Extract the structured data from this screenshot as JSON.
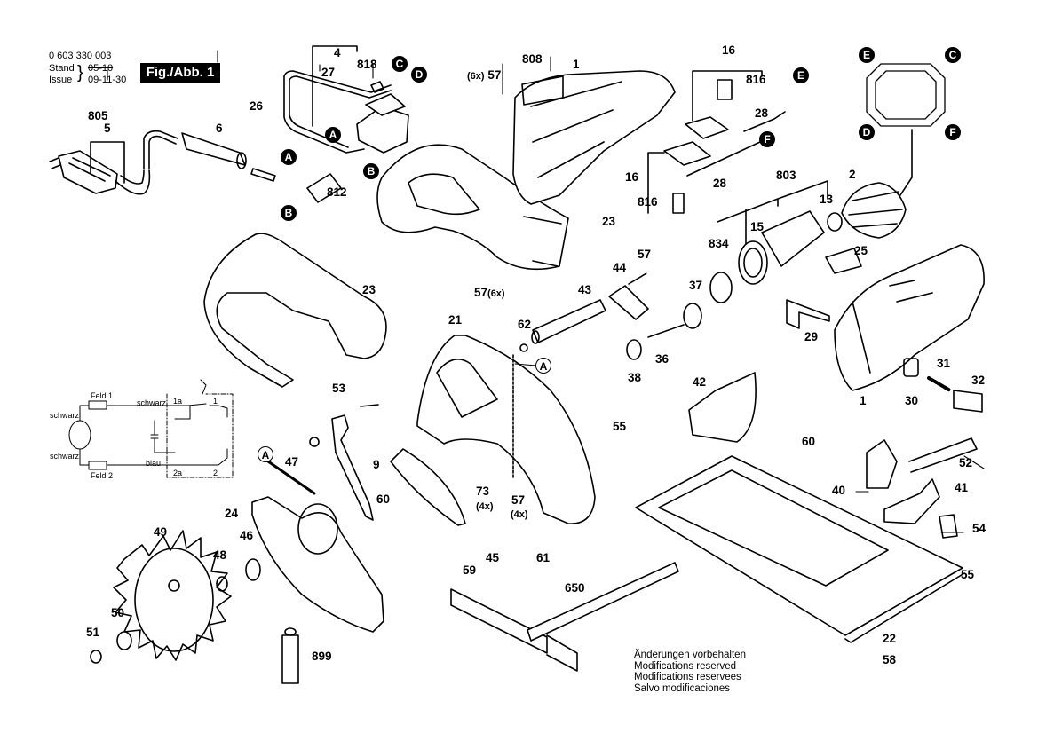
{
  "header": {
    "part_number": "0 603 330 003",
    "stand_label": "Stand",
    "issue_label": "Issue",
    "stand_value_struck": "05-10",
    "issue_value": "09-11-30",
    "figure_label": "Fig./Abb. 1"
  },
  "notes": [
    "Änderungen vorbehalten",
    "Modifications reserved",
    "Modifications reservees",
    "Salvo modificaciones"
  ],
  "connector_bubbles": {
    "A": "A",
    "B": "B",
    "C": "C",
    "D": "D",
    "E": "E",
    "F": "F"
  },
  "wiring": {
    "field1": "Feld 1",
    "field2": "Feld 2",
    "motor_top_wire": "schwarz",
    "motor_bottom_wire": "schwarz",
    "switch_top_wire": "schwarz",
    "switch_bottom_wire": "blau",
    "term_1a": "1a",
    "term_2a": "2a",
    "term_1": "1",
    "term_2": "2"
  },
  "parts": {
    "p805": "805",
    "p5": "5",
    "p6": "6",
    "p26": "26",
    "p27": "27",
    "p4": "4",
    "p818": "818",
    "p812": "812",
    "p57_top": "57",
    "p57_top_qty": "(6x)",
    "p808": "808",
    "p1_top": "1",
    "p16_top": "16",
    "p816_top": "816",
    "p28_top": "28",
    "p16_mid": "16",
    "p816_mid": "816",
    "p28_mid": "28",
    "p23_top": "23",
    "p57_mid": "57",
    "p57_mid_qty": "(6x)",
    "p803": "803",
    "p2": "2",
    "p13": "13",
    "p15": "15",
    "p834": "834",
    "p25": "25",
    "p23_left": "23",
    "p43": "43",
    "p44": "44",
    "p57_r": "57",
    "p37": "37",
    "p62": "62",
    "p36": "36",
    "p38": "38",
    "p29": "29",
    "p1_motor": "1",
    "p30": "30",
    "p31": "31",
    "p32": "32",
    "p21": "21",
    "p53": "53",
    "p47": "47",
    "p9": "9",
    "p73": "73",
    "p73_qty": "(4x)",
    "p57_g": "57",
    "p57_g_qty": "(4x)",
    "p60_l": "60",
    "p59": "59",
    "p45": "45",
    "p61": "61",
    "p24": "24",
    "p46": "46",
    "p49": "49",
    "p48": "48",
    "p50": "50",
    "p51": "51",
    "p899": "899",
    "p650": "650",
    "p42": "42",
    "p55_l": "55",
    "p60_r": "60",
    "p52": "52",
    "p40": "40",
    "p41": "41",
    "p54": "54",
    "p55_r": "55",
    "p22": "22",
    "p58": "58"
  }
}
